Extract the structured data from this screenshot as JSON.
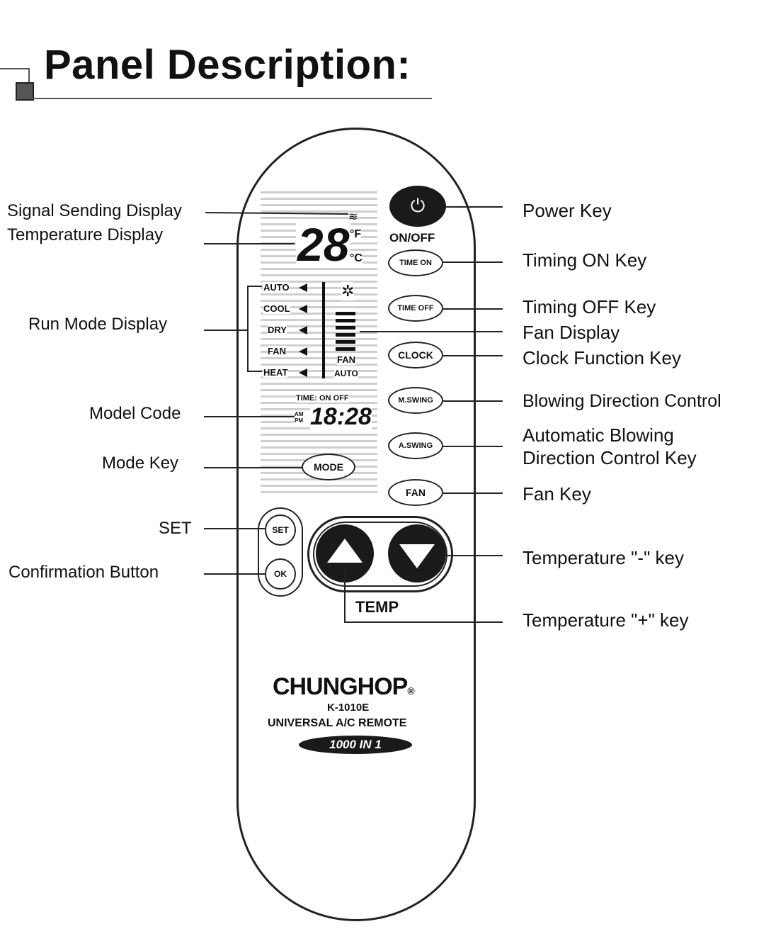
{
  "heading": "Panel Description:",
  "remote": {
    "power_label": "ON/OFF",
    "power_symbol": "⏻",
    "buttons": {
      "time_on": "TIME ON",
      "time_off": "TIME OFF",
      "clock": "CLOCK",
      "m_swing": "M.SWING",
      "a_swing": "A.SWING",
      "fan": "FAN",
      "mode": "MODE",
      "set": "SET",
      "ok": "OK"
    },
    "temp_label": "TEMP",
    "brand": "CHUNGHOP",
    "brand_mark": "®",
    "model": "K-1010E",
    "description": "UNIVERSAL A/C REMOTE",
    "badge": "1000 IN 1"
  },
  "lcd": {
    "temperature": "28",
    "unit_f": "°F",
    "unit_c": "°C",
    "modes": [
      "AUTO",
      "COOL",
      "DRY",
      "FAN",
      "HEAT"
    ],
    "fan_label": "FAN",
    "fan_auto": "AUTO",
    "timer_label": "TIME: ON  OFF",
    "am_pm": "AM PM",
    "clock": "18:28"
  },
  "labels_left": {
    "signal": "Signal Sending Display",
    "temperature": "Temperature Display",
    "run_mode": "Run Mode Display",
    "model_code": "Model Code",
    "mode_key": "Mode Key",
    "set": "SET",
    "confirm": "Confirmation Button"
  },
  "labels_right": {
    "power": "Power Key",
    "timing_on": "Timing ON Key",
    "timing_off": "Timing OFF Key",
    "fan_display": "Fan Display",
    "clock": "Clock Function Key",
    "blowing": "Blowing Direction Control",
    "auto_blowing": "Automatic Blowing Direction Control Key",
    "fan_key": "Fan Key",
    "temp_minus": "Temperature \"-\" key",
    "temp_plus": "Temperature \"+\" key"
  }
}
